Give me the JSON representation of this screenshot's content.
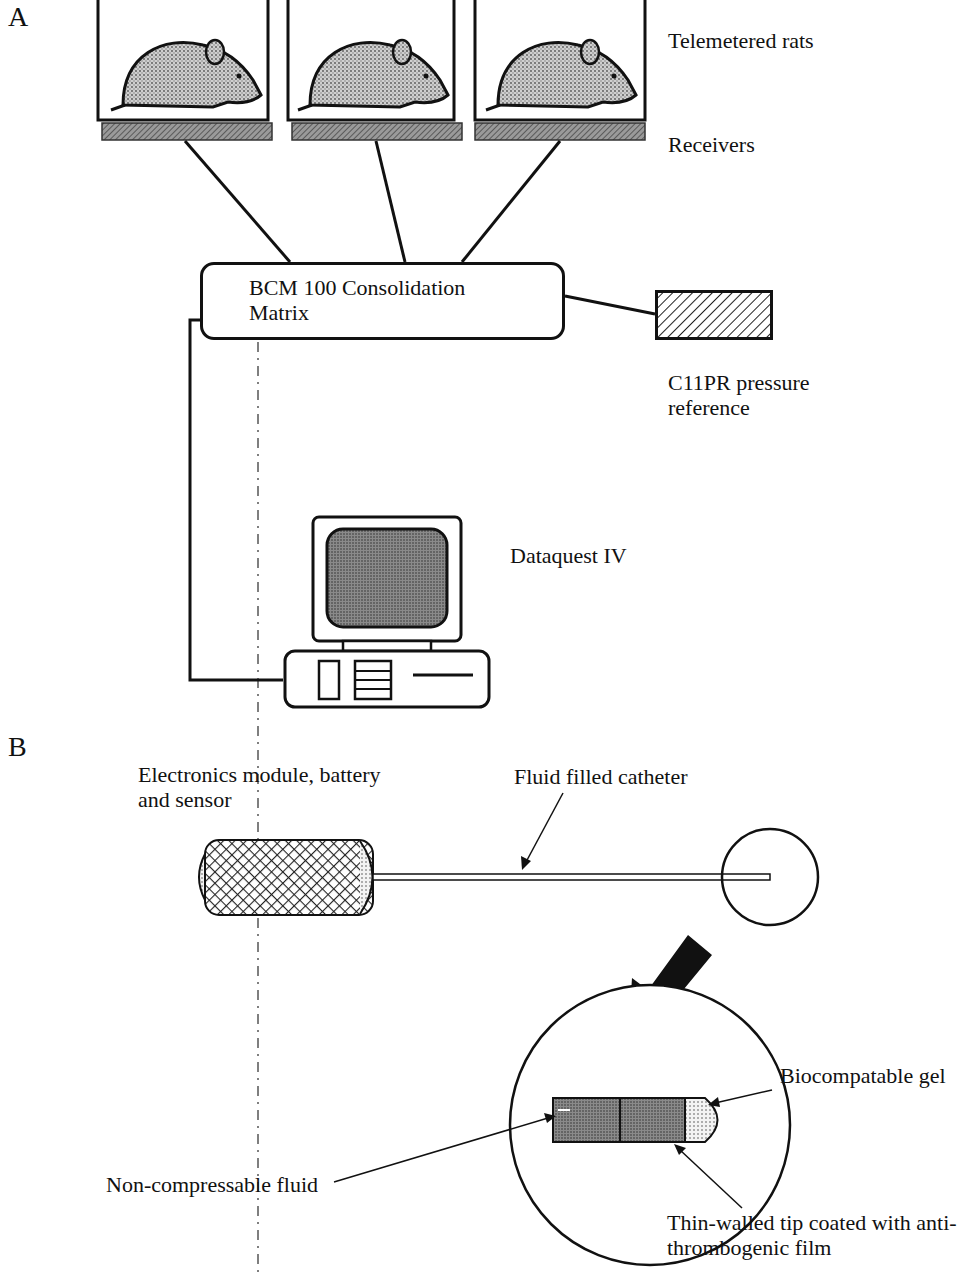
{
  "diagram": {
    "nodes": [
      {
        "text": [
          "BCM 100 Consolidation Matrix"
        ]
      },
      {
        "text": [
          "C11PR pressure reference"
        ]
      },
      {
        "text": [
          "Dataquest IV"
        ]
      }
    ],
    "edges": [
      {
        "from": 0,
        "to": 1,
        "arrow": "none"
      },
      {
        "from": 0,
        "to": 2,
        "arrow": "none"
      }
    ],
    "labels": [
      "A",
      "Telemetered rats",
      "Receivers",
      "B",
      "Electronics module, battery and sensor",
      "Fluid filled catheter",
      "Biocompatable gel",
      "Non-compressable fluid",
      "Thin-walled tip coated with anti-thrombogenic film"
    ]
  }
}
